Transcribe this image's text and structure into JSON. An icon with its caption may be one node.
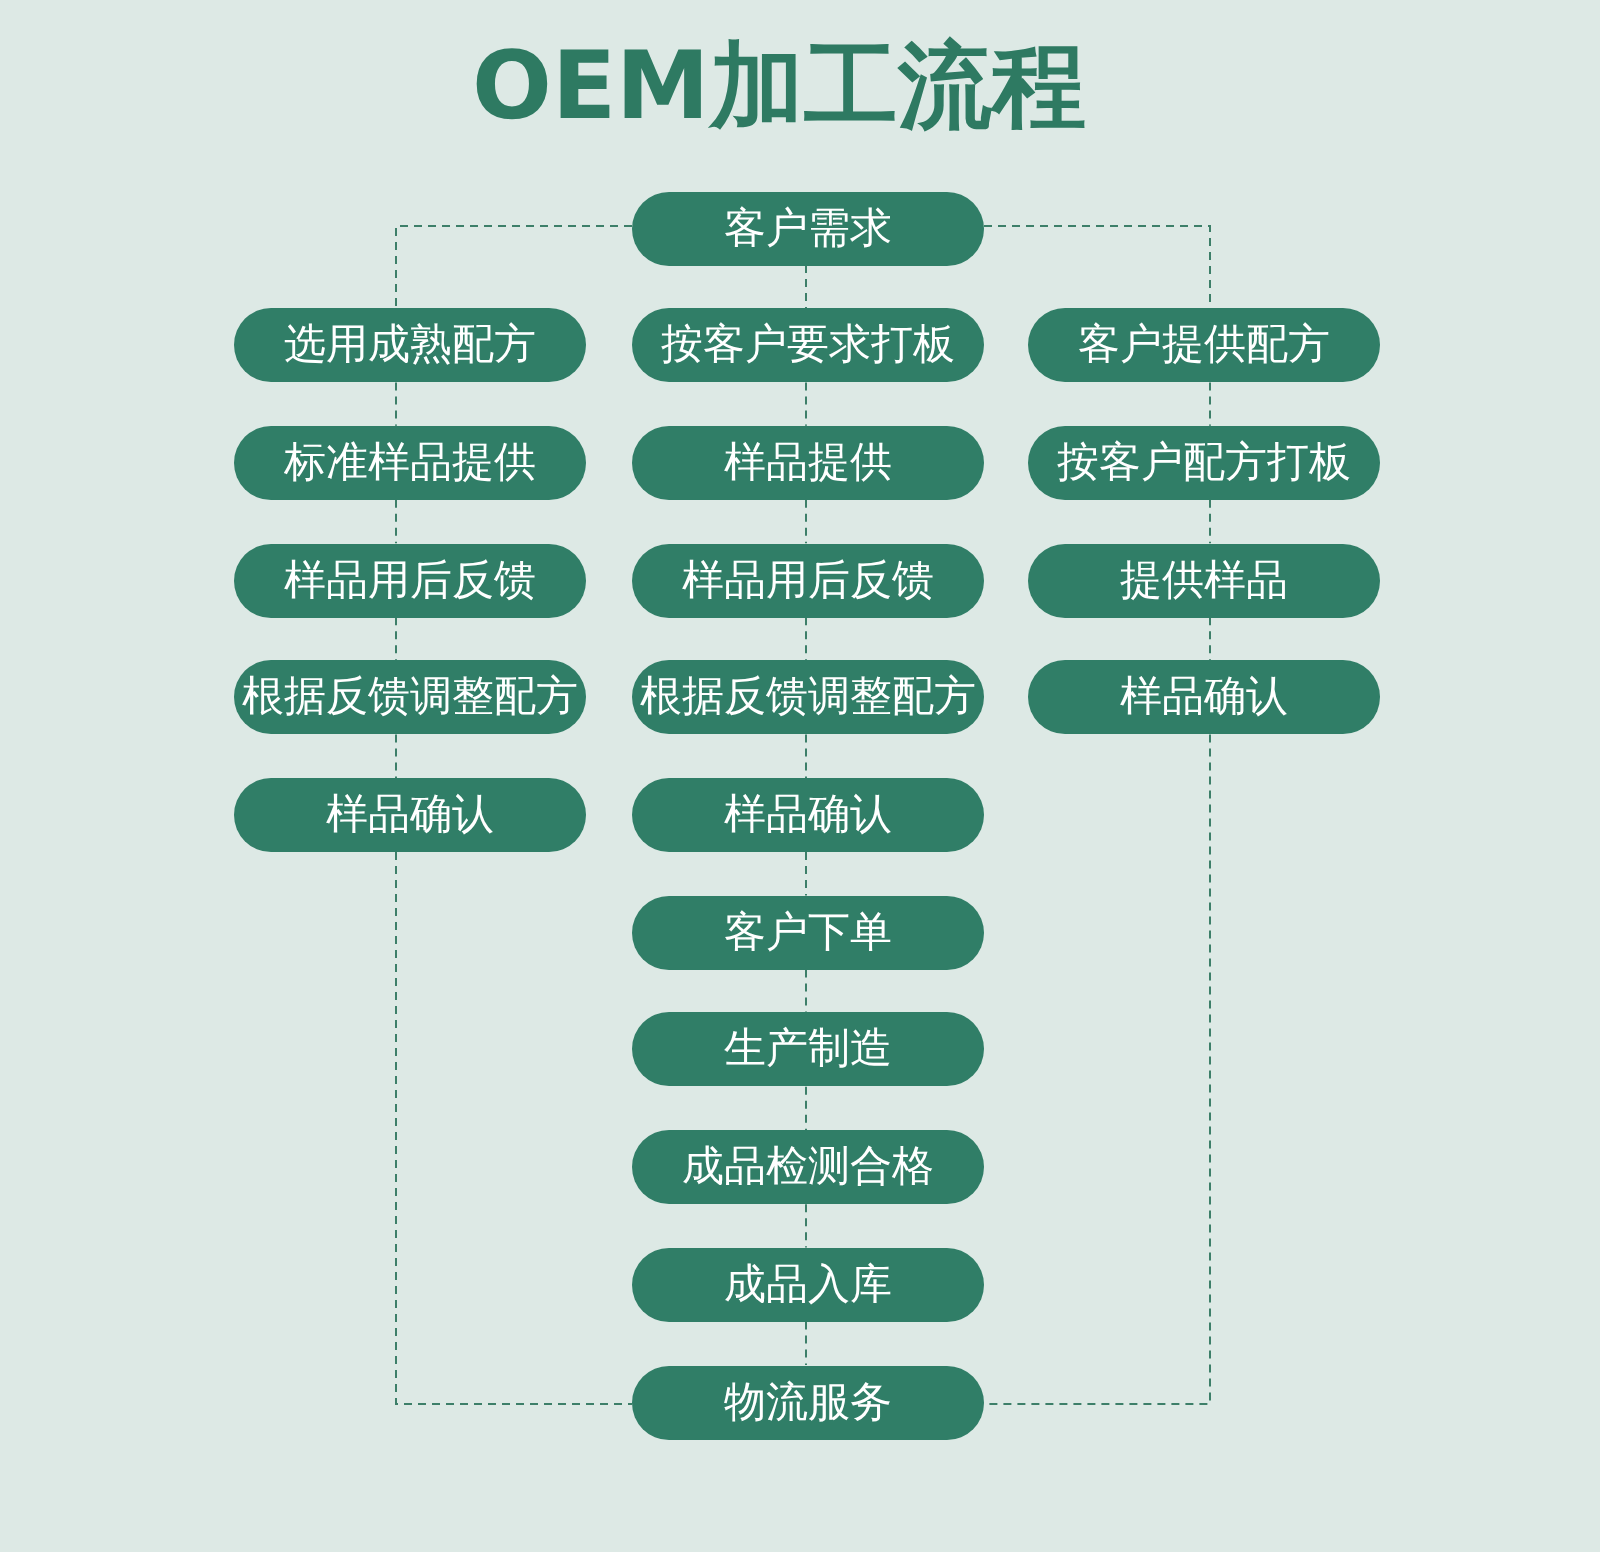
{
  "diagram": {
    "title": "OEM加工流程",
    "nodes": [
      {
        "text": [
          "客户需求"
        ]
      },
      {
        "text": [
          "选用成熟配方"
        ]
      },
      {
        "text": [
          "按客户要求打板"
        ]
      },
      {
        "text": [
          "客户提供配方"
        ]
      },
      {
        "text": [
          "标准样品提供"
        ]
      },
      {
        "text": [
          "样品提供"
        ]
      },
      {
        "text": [
          "按客户配方打板"
        ]
      },
      {
        "text": [
          "样品用后反馈"
        ]
      },
      {
        "text": [
          "样品用后反馈"
        ]
      },
      {
        "text": [
          "提供样品"
        ]
      },
      {
        "text": [
          "根据反馈调整配方"
        ]
      },
      {
        "text": [
          "根据反馈调整配方"
        ]
      },
      {
        "text": [
          "样品确认"
        ]
      },
      {
        "text": [
          "样品确认"
        ]
      },
      {
        "text": [
          "样品确认"
        ]
      },
      {
        "text": [
          "客户下单"
        ]
      },
      {
        "text": [
          "生产制造"
        ]
      },
      {
        "text": [
          "成品检测合格"
        ]
      },
      {
        "text": [
          "成品入库"
        ]
      },
      {
        "text": [
          "物流服务"
        ]
      }
    ],
    "edges": [
      {
        "from": 0,
        "to": 1,
        "arrow": "none",
        "style": "dashed"
      },
      {
        "from": 1,
        "to": 4,
        "arrow": "none",
        "style": "dashed"
      },
      {
        "from": 4,
        "to": 7,
        "arrow": "none",
        "style": "dashed"
      },
      {
        "from": 7,
        "to": 10,
        "arrow": "none",
        "style": "dashed"
      },
      {
        "from": 10,
        "to": 13,
        "arrow": "none",
        "style": "dashed"
      },
      {
        "from": 13,
        "to": 19,
        "arrow": "none",
        "style": "dashed"
      },
      {
        "from": 0,
        "to": 2,
        "arrow": "none",
        "style": "dashed"
      },
      {
        "from": 2,
        "to": 5,
        "arrow": "none",
        "style": "dashed"
      },
      {
        "from": 5,
        "to": 8,
        "arrow": "none",
        "style": "dashed"
      },
      {
        "from": 8,
        "to": 11,
        "arrow": "none",
        "style": "dashed"
      },
      {
        "from": 11,
        "to": 14,
        "arrow": "none",
        "style": "dashed"
      },
      {
        "from": 14,
        "to": 15,
        "arrow": "none",
        "style": "dashed"
      },
      {
        "from": 15,
        "to": 16,
        "arrow": "none",
        "style": "dashed"
      },
      {
        "from": 16,
        "to": 17,
        "arrow": "none",
        "style": "dashed"
      },
      {
        "from": 17,
        "to": 18,
        "arrow": "none",
        "style": "dashed"
      },
      {
        "from": 18,
        "to": 19,
        "arrow": "none",
        "style": "dashed"
      },
      {
        "from": 0,
        "to": 3,
        "arrow": "none",
        "style": "dashed"
      },
      {
        "from": 3,
        "to": 6,
        "arrow": "none",
        "style": "dashed"
      },
      {
        "from": 6,
        "to": 9,
        "arrow": "none",
        "style": "dashed"
      },
      {
        "from": 9,
        "to": 12,
        "arrow": "none",
        "style": "dashed"
      },
      {
        "from": 12,
        "to": 19,
        "arrow": "none",
        "style": "dashed"
      }
    ]
  }
}
